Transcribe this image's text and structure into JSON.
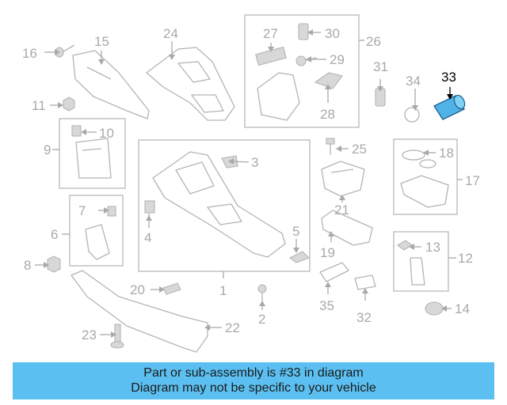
{
  "diagram": {
    "highlighted_part": "33",
    "callouts": [
      "1",
      "2",
      "3",
      "4",
      "5",
      "6",
      "7",
      "8",
      "9",
      "10",
      "11",
      "12",
      "13",
      "14",
      "15",
      "16",
      "17",
      "18",
      "19",
      "20",
      "21",
      "22",
      "23",
      "24",
      "25",
      "26",
      "27",
      "28",
      "29",
      "30",
      "31",
      "32",
      "33",
      "34",
      "35"
    ]
  },
  "banner": {
    "line1": "Part or sub-assembly is #33 in diagram",
    "line2": "Diagram may not be specific to your vehicle"
  },
  "colors": {
    "banner": "#5bc0f1",
    "highlight": "#4fb3e8",
    "line": "#b4b4b4",
    "label": "#a9a9a9"
  }
}
